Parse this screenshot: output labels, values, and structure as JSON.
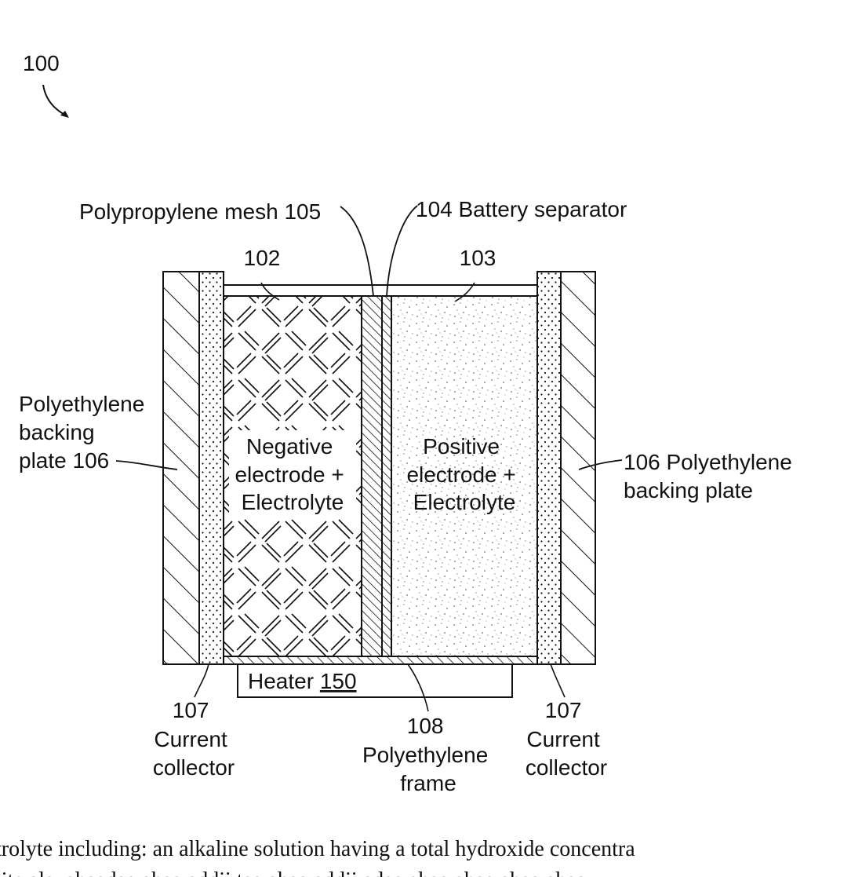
{
  "figure_number": "100",
  "labels": {
    "mesh": "Polypropylene mesh 105",
    "separator": "104 Battery separator",
    "ref_102": "102",
    "ref_103": "103",
    "left_plate": [
      "Polyethylene",
      "backing",
      "plate 106"
    ],
    "right_plate": [
      "106 Polyethylene",
      "backing plate"
    ],
    "negative": [
      "Negative",
      "electrode +",
      "Electrolyte"
    ],
    "positive": [
      "Positive",
      "electrode +",
      "Electrolyte"
    ],
    "heater_text": "Heater ",
    "heater_ref": "150",
    "left_collector": [
      "107",
      "Current",
      "collector"
    ],
    "right_collector": [
      "107",
      "Current",
      "collector"
    ],
    "frame": [
      "108",
      "Polyethylene",
      "frame"
    ]
  },
  "body_text": {
    "line1": "trolyte including: an alkaline solution having a total hydroxide concentra",
    "line2": "lite alavahaadaa ahaa addii taa ahaa addii adaa ahaa ahaa ahaa ahaa"
  }
}
